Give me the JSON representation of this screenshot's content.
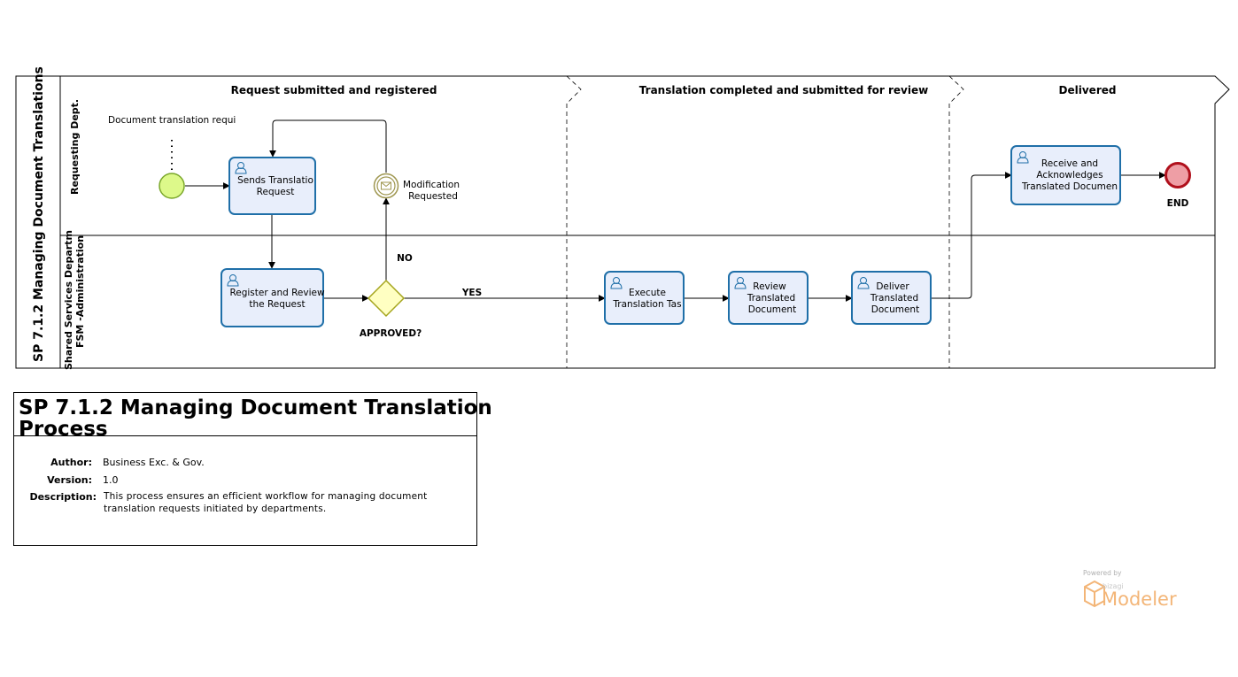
{
  "pool": {
    "title": "SP 7.1.2 Managing Document Translations"
  },
  "lanes": {
    "requesting": "Requesting Dept.",
    "shared_line1": "Shared Services Departm",
    "shared_line2": "FSM -Administration"
  },
  "milestones": [
    "Request submitted and registered",
    "Translation completed and submitted for review",
    "Delivered"
  ],
  "elements": {
    "start_annotation": "Document translation requi",
    "sends_request": [
      "Sends Translatio",
      "Request"
    ],
    "modification": [
      "Modification",
      "Requested"
    ],
    "receive": [
      "Receive and",
      "Acknowledges",
      "Translated Documen"
    ],
    "end_label": "END",
    "register": [
      "Register and Review",
      "the Request"
    ],
    "gateway_label": "APPROVED?",
    "yes_label": "YES",
    "no_label": "NO",
    "execute": [
      "Execute",
      "Translation Tas"
    ],
    "review": [
      "Review",
      "Translated",
      "Document"
    ],
    "deliver": [
      "Deliver",
      "Translated",
      "Document"
    ]
  },
  "info": {
    "title_line1": "SP 7.1.2 Managing Document Translation",
    "title_line2": "Process",
    "author_label": "Author:",
    "author": "Business Exc. & Gov.",
    "version_label": "Version:",
    "version": "1.0",
    "description_label": "Description:",
    "description_line1": "This process ensures an efficient workflow for managing document",
    "description_line2": "translation requests initiated by departments."
  },
  "watermark": {
    "powered_by": "Powered by",
    "brand": "bizagi",
    "product": "Modeler"
  },
  "colors": {
    "task_fill": "#e8eefb",
    "task_stroke": "#1f6fa8",
    "start_fill": "#ddf98a",
    "start_stroke": "#7aa72a",
    "end_fill": "#ee9ea5",
    "end_stroke": "#b0101c",
    "gateway_fill": "#ffffc2",
    "gateway_stroke": "#a5a51e",
    "event_stroke": "#9f9750",
    "watermark": "#f3b577"
  }
}
